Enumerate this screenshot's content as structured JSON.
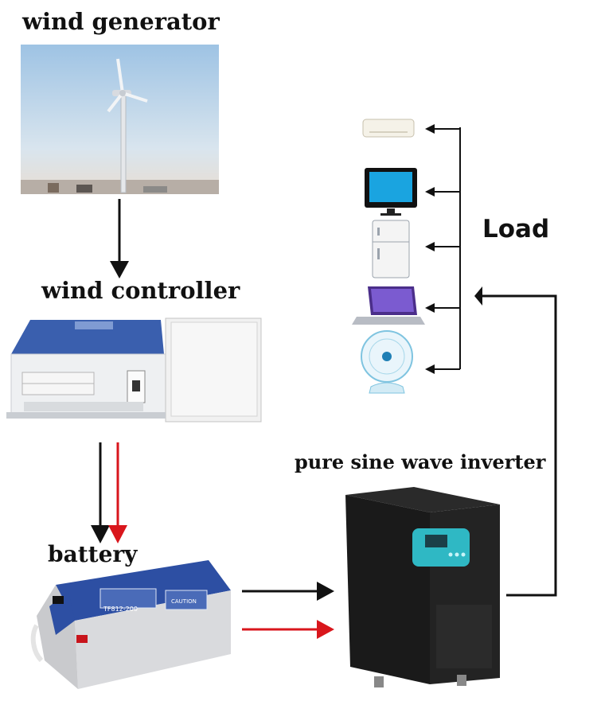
{
  "labels": {
    "wind_generator": "wind generator",
    "wind_controller": "wind controller",
    "battery": "battery",
    "inverter": "pure sine wave inverter",
    "load": "Load"
  },
  "battery_print": {
    "model": "TF812-200",
    "caution": "CAUTION"
  },
  "colors": {
    "red_arrow": "#d9161c",
    "black_arrow": "#111111",
    "controller_blue": "#3a5fae",
    "battery_blue": "#2d4fa3",
    "inverter_panel": "#2fb8c4"
  },
  "icons": [
    "air-conditioner-icon",
    "television-icon",
    "refrigerator-icon",
    "laptop-icon",
    "fan-icon"
  ]
}
